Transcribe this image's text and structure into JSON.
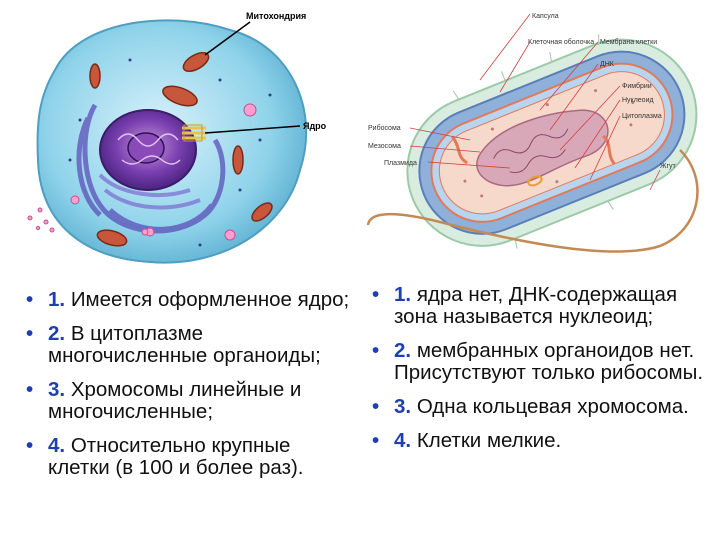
{
  "eukaryote": {
    "labels": {
      "mitochondria": "Митохондрия",
      "nucleus": "Ядро"
    },
    "facts": [
      {
        "num": "1.",
        "text": "Имеется оформленное ядро;"
      },
      {
        "num": "2.",
        "text": "В цитоплазме многочисленные органоиды;"
      },
      {
        "num": "3.",
        "text": "Хромосомы линейные и многочисленные;"
      },
      {
        "num": "4.",
        "text": "Относительно крупные клетки (в 100 и более раз)."
      }
    ]
  },
  "prokaryote": {
    "labels": {
      "capsule": "Капсула",
      "cell_wall": "Клеточная оболочка",
      "membrane": "Мембрана клетки",
      "dna": "ДНК",
      "fimbriae": "Фимбрии",
      "nucleoid": "Нуклеоид",
      "cytoplasm": "Цитоплазма",
      "ribosome": "Рибосома",
      "mesosome": "Мезосома",
      "plasmid": "Плазмида",
      "flagellum": "Жгут"
    },
    "facts": [
      {
        "num": "1.",
        "text": "ядра нет, ДНК-содержащая зона называется нуклеоид;"
      },
      {
        "num": "2.",
        "text": "мембранных органоидов нет. Присутствуют только рибосомы."
      },
      {
        "num": "3.",
        "text": "Одна кольцевая хромосома."
      },
      {
        "num": "4.",
        "text": "Клетки мелкие."
      }
    ]
  },
  "bullet": "•",
  "colors": {
    "number_accent": "#1f3fb0",
    "euk_cytoplasm": "#8fd3ea",
    "euk_nucleus": "#6b3aa8",
    "mitochondria": "#c8563a",
    "bact_capsule": "#d8ecdf",
    "bact_wall": "#8fb0d8",
    "bact_cytoplasm": "#f7d9cc",
    "nucleoid": "#d9a8b8"
  }
}
